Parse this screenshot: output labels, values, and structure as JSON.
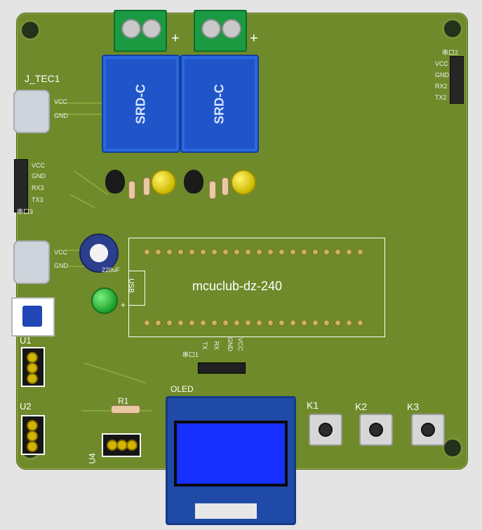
{
  "board": {
    "relay_labels": [
      "SRD-C",
      "SRD-C"
    ],
    "j_tec_label": "J_TEC1",
    "uart2": {
      "title": "串口2",
      "pins": [
        "VCC",
        "GND",
        "RX2",
        "TX2"
      ]
    },
    "uart3": {
      "title": "串口3",
      "pins": [
        "VCC",
        "GND",
        "RX3",
        "TX3"
      ]
    },
    "typec_left_pins": [
      "VCC",
      "GND"
    ],
    "mcu": {
      "name": "mcuclub-dz-240",
      "usb": "USB"
    },
    "uart1": {
      "title": "串口1",
      "pins": [
        "TX",
        "RX",
        "GND",
        "VCC"
      ]
    },
    "cap_label": "220uF",
    "oled_label": "OLED",
    "r1_label": "R1",
    "u1_label": "U1",
    "u2_label": "U2",
    "u4_label": "U4",
    "k_labels": [
      "K1",
      "K2",
      "K3"
    ],
    "plus_signs": [
      "+",
      "+",
      "+"
    ]
  }
}
